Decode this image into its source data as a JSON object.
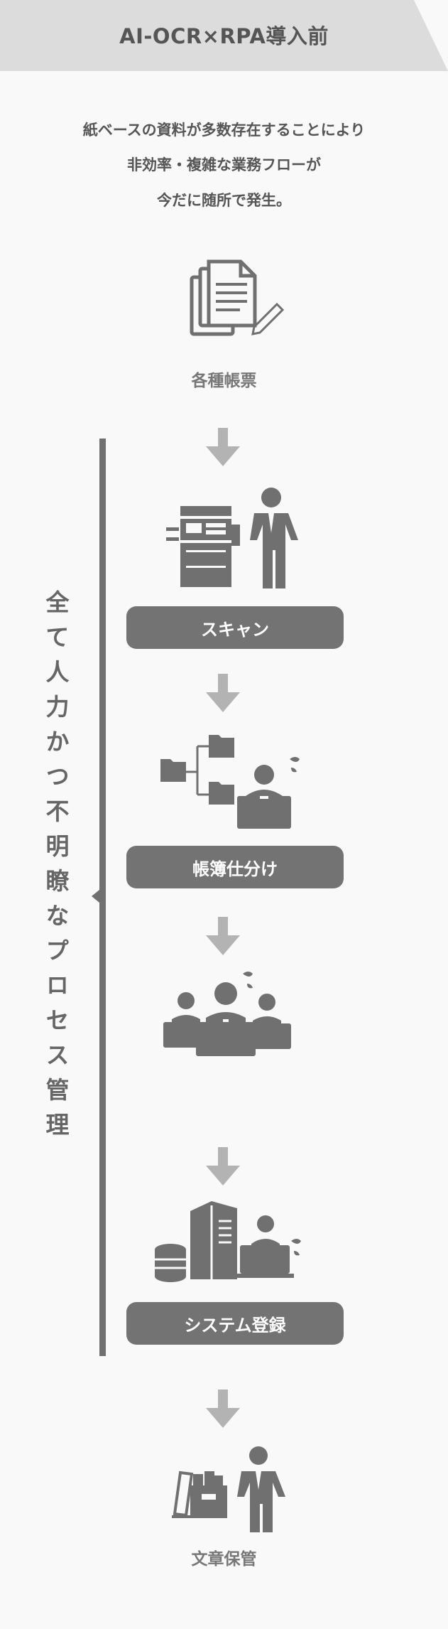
{
  "header": {
    "title": "AI-OCR×RPA導入前"
  },
  "intro": {
    "line1": "紙ベースの資料が多数存在することにより",
    "line2": "非効率・複雑な業務フローが",
    "line3": "今だに随所で発生。"
  },
  "steps": {
    "forms_label": "各種帳票",
    "scan_label": "スキャン",
    "sort_label": "帳簿仕分け",
    "register_label": "システム登録",
    "storage_label": "文章保管"
  },
  "side_label": "全て人力かつ不明瞭なプロセス管理",
  "colors": {
    "header_bg": "#dcdcdc",
    "pill_bg": "#737373",
    "icon": "#707070",
    "arrow": "#b3b3b3",
    "page_bg": "#f9f9f9"
  }
}
